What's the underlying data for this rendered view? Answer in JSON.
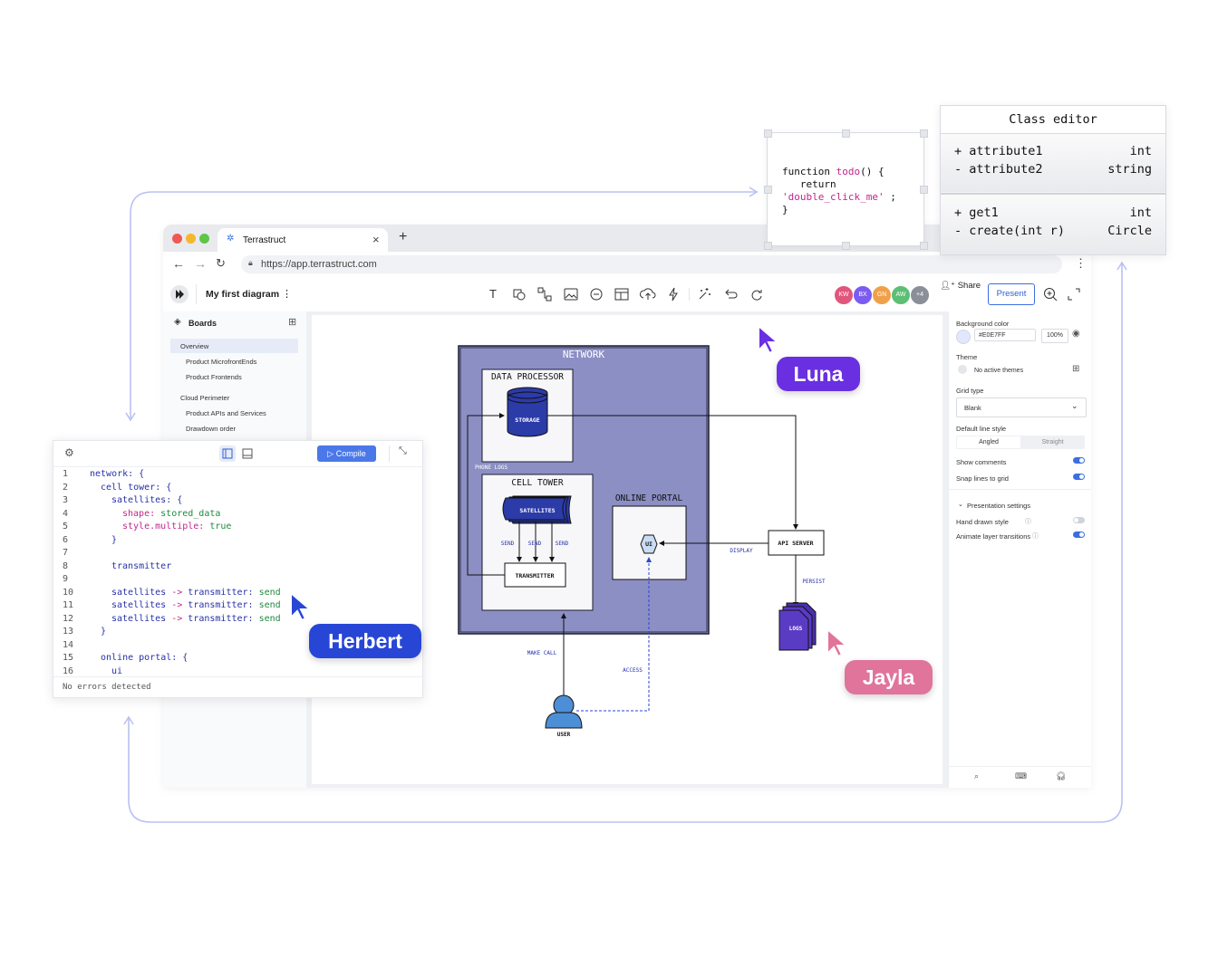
{
  "browser": {
    "tab_title": "Terrastruct",
    "tab_close": "×",
    "new_tab": "+",
    "url": "https://app.terrastruct.com",
    "menu_dots": "⋮"
  },
  "toolbar": {
    "diagram_title": "My first diagram",
    "title_menu": "⋮",
    "avatars": [
      {
        "initials": "KW",
        "color": "#e0567c"
      },
      {
        "initials": "BX",
        "color": "#7a5cf0"
      },
      {
        "initials": "GN",
        "color": "#f0a04b"
      },
      {
        "initials": "AW",
        "color": "#5cbf74"
      },
      {
        "initials": "+4",
        "color": "#8a8f99"
      }
    ],
    "share_label": "Share",
    "present_label": "Present"
  },
  "sidebar": {
    "header": "Boards",
    "items": [
      {
        "label": "Overview",
        "level": 1,
        "active": true
      },
      {
        "label": "Product MicrofrontEnds",
        "level": 2
      },
      {
        "label": "Product Frontends",
        "level": 2
      },
      {
        "label": "Cloud Perimeter",
        "level": 1
      },
      {
        "label": "Product APIs and Services",
        "level": 2
      },
      {
        "label": "Drawdown order",
        "level": 2
      }
    ]
  },
  "diagram": {
    "network": "NETWORK",
    "data_processor": "DATA PROCESSOR",
    "storage": "STORAGE",
    "cell_tower": "CELL TOWER",
    "satellites": "SATELLITES",
    "send": "SEND",
    "transmitter": "TRANSMITTER",
    "online_portal": "ONLINE PORTAL",
    "ui": "UI",
    "api_server": "API SERVER",
    "display": "DISPLAY",
    "persist": "PERSIST",
    "logs": "LOGS",
    "phone_logs": "PHONE LOGS",
    "make_call": "MAKE CALL",
    "access": "ACCESS",
    "user": "USER"
  },
  "right_panel": {
    "bg_label": "Background color",
    "bg_value": "#E0E7FF",
    "bg_opacity": "100%",
    "theme_label": "Theme",
    "theme_value": "No active themes",
    "grid_label": "Grid type",
    "grid_value": "Blank",
    "line_label": "Default line style",
    "line_opt1": "Angled",
    "line_opt2": "Straight",
    "show_comments": "Show comments",
    "snap_lines": "Snap lines to grid",
    "presentation": "Presentation settings",
    "hand_drawn": "Hand drawn style",
    "animate": "Animate layer transitions"
  },
  "editor": {
    "compile_label": "Compile",
    "footer": "No errors detected",
    "lines": [
      {
        "n": "1",
        "indent": 0,
        "parts": [
          [
            "kw",
            "network: {"
          ]
        ]
      },
      {
        "n": "2",
        "indent": 1,
        "parts": [
          [
            "kw",
            "cell tower: {"
          ]
        ]
      },
      {
        "n": "3",
        "indent": 2,
        "parts": [
          [
            "kw",
            "satellites: {"
          ]
        ]
      },
      {
        "n": "4",
        "indent": 3,
        "parts": [
          [
            "pk",
            "shape: "
          ],
          [
            "gr",
            "stored_data"
          ]
        ]
      },
      {
        "n": "5",
        "indent": 3,
        "parts": [
          [
            "pk",
            "style.multiple: "
          ],
          [
            "gr",
            "true"
          ]
        ]
      },
      {
        "n": "6",
        "indent": 2,
        "parts": [
          [
            "kw",
            "}"
          ]
        ]
      },
      {
        "n": "7",
        "indent": 0,
        "parts": []
      },
      {
        "n": "8",
        "indent": 2,
        "parts": [
          [
            "kw",
            "transmitter"
          ]
        ]
      },
      {
        "n": "9",
        "indent": 0,
        "parts": []
      },
      {
        "n": "10",
        "indent": 2,
        "parts": [
          [
            "kw",
            "satellites "
          ],
          [
            "pk",
            "->"
          ],
          [
            "kw",
            " transmitter: "
          ],
          [
            "gr",
            "send"
          ]
        ]
      },
      {
        "n": "11",
        "indent": 2,
        "parts": [
          [
            "kw",
            "satellites "
          ],
          [
            "pk",
            "->"
          ],
          [
            "kw",
            " transmitter: "
          ],
          [
            "gr",
            "send"
          ]
        ]
      },
      {
        "n": "12",
        "indent": 2,
        "parts": [
          [
            "kw",
            "satellites "
          ],
          [
            "pk",
            "->"
          ],
          [
            "kw",
            " transmitter: "
          ],
          [
            "gr",
            "send"
          ]
        ]
      },
      {
        "n": "13",
        "indent": 1,
        "parts": [
          [
            "kw",
            "}"
          ]
        ]
      },
      {
        "n": "14",
        "indent": 0,
        "parts": []
      },
      {
        "n": "15",
        "indent": 1,
        "parts": [
          [
            "kw",
            "online portal: {"
          ]
        ]
      },
      {
        "n": "16",
        "indent": 2,
        "parts": [
          [
            "kw",
            "ui"
          ]
        ]
      }
    ]
  },
  "cursors": {
    "luna": {
      "name": "Luna",
      "color": "#6a2fe0"
    },
    "herbert": {
      "name": "Herbert",
      "color": "#2746d6"
    },
    "jayla": {
      "name": "Jayla",
      "color": "#e0749a"
    }
  },
  "code_card": {
    "line1": "function ",
    "line1_fn": "todo",
    "line1_end": "() {",
    "line2": "return",
    "line3": "'double_click_me'",
    "line3_end": " ;",
    "line4": "}"
  },
  "class_editor": {
    "title": "Class editor",
    "attributes": [
      {
        "vis": "+",
        "name": "attribute1",
        "type": "int"
      },
      {
        "vis": "-",
        "name": "attribute2",
        "type": "string"
      }
    ],
    "methods": [
      {
        "vis": "+",
        "name": "get1",
        "type": "int"
      },
      {
        "vis": "-",
        "name": "create(int r)",
        "type": "Circle"
      }
    ]
  }
}
